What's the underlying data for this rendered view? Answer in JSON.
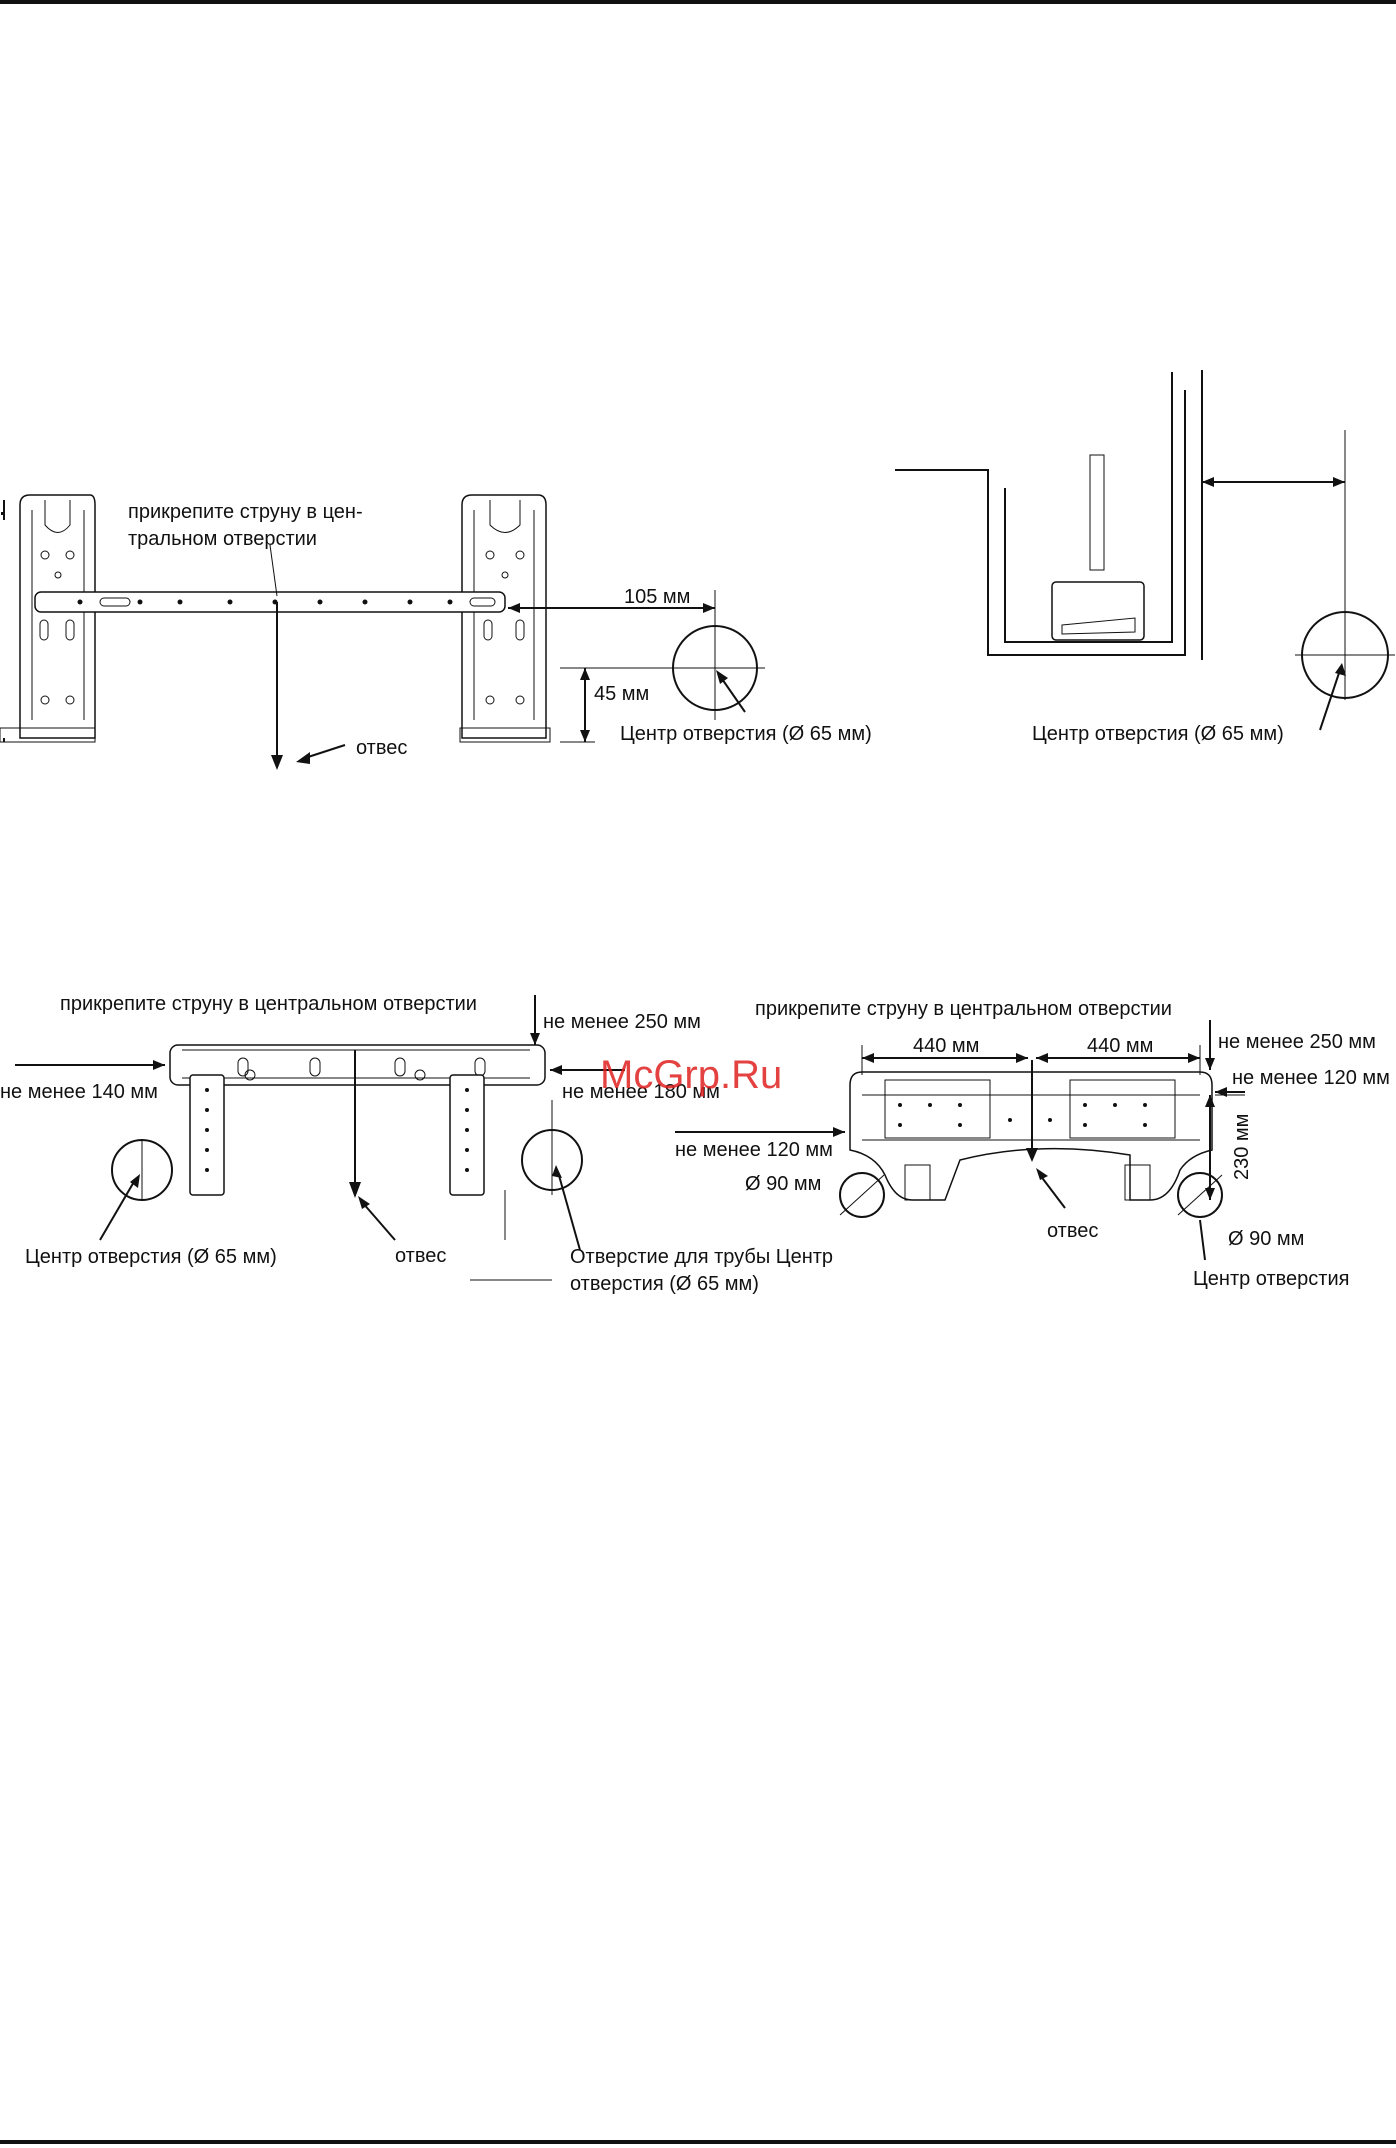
{
  "watermark": "McGrp.Ru",
  "fig1": {
    "string_label_line1": "прикрепите струну в цен-",
    "string_label_line2": "тральном отверстии",
    "plumb_label": "отвес",
    "dim_horizontal": "105 мм",
    "dim_vertical": "45 мм",
    "hole_label": "Центр отверстия (Ø 65 мм)"
  },
  "fig2": {
    "hole_label": "Центр отверстия (Ø 65 мм)"
  },
  "fig3": {
    "string_label": "прикрепите струну в центральном отверстии",
    "top_clearance": "не менее 250 мм",
    "left_clearance": "не менее 140 мм",
    "right_clearance": "не менее 180 мм",
    "hole_label": "Центр отверстия (Ø 65 мм)",
    "plumb_label": "отвес",
    "pipe_label_line1": "Отверстие для трубы Центр",
    "pipe_label_line2": "отверстия (Ø 65 мм)"
  },
  "fig4": {
    "string_label": "прикрепите струну в центральном отверстии",
    "dim_left_width": "440 мм",
    "dim_right_width": "440 мм",
    "top_clearance": "не менее 250 мм",
    "right_clearance": "не менее 120 мм",
    "left_clearance": "не менее 120 мм",
    "dim_height": "230 мм",
    "left_diameter": "Ø 90 мм",
    "right_diameter": "Ø 90 мм",
    "plumb_label": "отвес",
    "hole_label": "Центр отверстия"
  }
}
